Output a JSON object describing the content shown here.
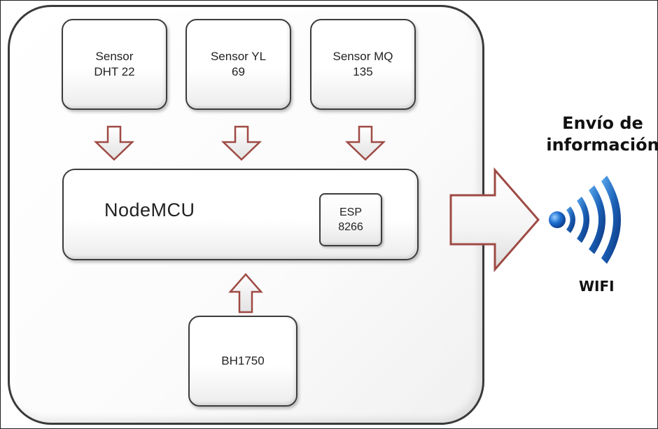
{
  "sensors": {
    "dht": {
      "line1": "Sensor",
      "line2": "DHT 22"
    },
    "yl": {
      "line1": "Sensor YL",
      "line2": "69"
    },
    "mq": {
      "line1": "Sensor MQ",
      "line2": "135"
    }
  },
  "node": {
    "label": "NodeMCU"
  },
  "esp": {
    "line1": "ESP",
    "line2": "8266"
  },
  "bh": {
    "label": "BH1750"
  },
  "transmission": {
    "line1": "Envío de",
    "line2": "información"
  },
  "wifi": {
    "label": "WIFI"
  },
  "colors": {
    "arrow_outline": "#9e4a44",
    "wifi_blue": "#1a5fb4",
    "box_border": "#3c3c3c"
  }
}
